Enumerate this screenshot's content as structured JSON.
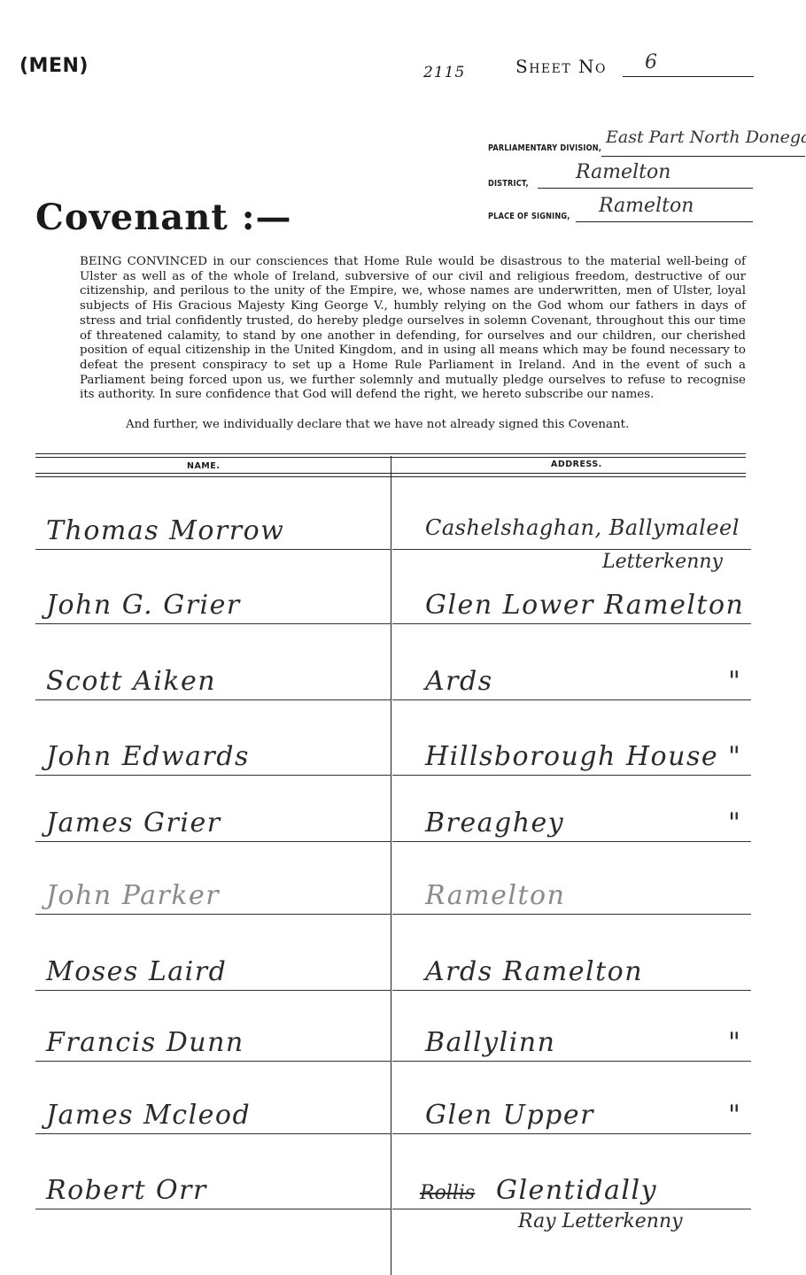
{
  "header": {
    "men_label": "(MEN)",
    "stamp_number": "2115",
    "sheet_label": "Sheet No",
    "sheet_number": "6"
  },
  "fields": {
    "division_label": "PARLIAMENTARY DIVISION,",
    "division_value": "East Part North Donegal",
    "district_label": "DISTRICT,",
    "district_value": "Ramelton",
    "place_label": "PLACE OF SIGNING,",
    "place_value": "Ramelton"
  },
  "title": "Covenant :—",
  "covenant_text": "BEING CONVINCED in our consciences that Home Rule would be disastrous to the material well-being of Ulster as well as of the whole of Ireland, subversive of our civil and religious freedom, destructive of our citizenship, and perilous to the unity of the Empire, we, whose names are underwritten, men of Ulster, loyal subjects of His Gracious Majesty King George V., humbly relying on the God whom our fathers in days of stress and trial confidently trusted, do hereby pledge ourselves in solemn Covenant, throughout this our time of threatened calamity, to stand by one another in defending, for ourselves and our children, our cherished position of equal citizenship in the United Kingdom, and in using all means which may be found necessary to defeat the present conspiracy to set up a Home Rule Parliament in Ireland. And in the event of such a Parliament being forced upon us, we further solemnly and mutually pledge ourselves to refuse to recognise its authority. In sure confidence that God will defend the right, we hereto subscribe our names.",
  "declaration": "And further, we individually declare that we have not already signed this Covenant.",
  "table": {
    "name_header": "NAME.",
    "address_header": "ADDRESS.",
    "rows": [
      {
        "name": "Thomas Morrow",
        "address": "Cashelshaghan, Ballymaleel",
        "address2": "Letterkenny"
      },
      {
        "name": "John G. Grier",
        "address": "Glen Lower Ramelton",
        "address2": ""
      },
      {
        "name": "Scott Aiken",
        "address": "Ards",
        "ditto": "\""
      },
      {
        "name": "John Edwards",
        "address": "Hillsborough House",
        "ditto": "\""
      },
      {
        "name": "James Grier",
        "address": "Breaghey",
        "ditto": "\""
      },
      {
        "name": "John Parker",
        "address": "Ramelton",
        "faint": true
      },
      {
        "name": "Moses Laird",
        "address": "Ards Ramelton"
      },
      {
        "name": "Francis Dunn",
        "address": "Ballylinn",
        "ditto": "\""
      },
      {
        "name": "James Mcleod",
        "address": "Glen Upper",
        "ditto": "\""
      },
      {
        "name": "Robert Orr",
        "struck": "Rollis",
        "address": "Glentidally",
        "address2": "Ray Letterkenny"
      }
    ]
  }
}
